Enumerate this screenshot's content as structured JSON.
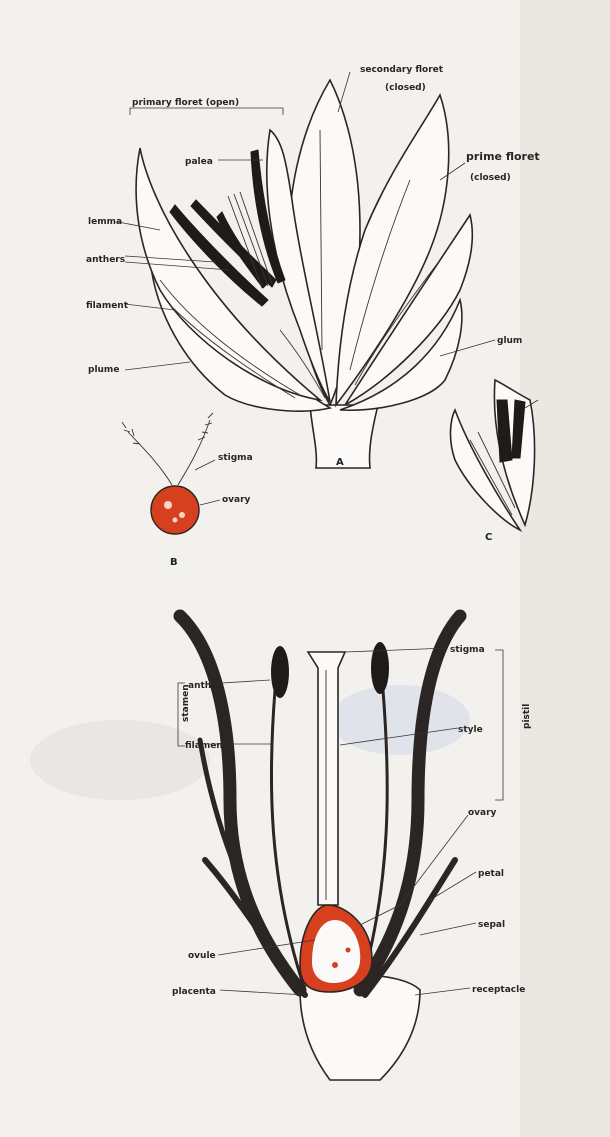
{
  "figure_a": {
    "labels": {
      "primary_open": "primary floret (open)",
      "secondary_closed_1": "secondary floret",
      "secondary_closed_2": "(closed)",
      "palea": "palea",
      "primary_closed_1": "prime floret",
      "primary_closed_2": "(closed)",
      "lemma": "lemma",
      "anthers": "anthers",
      "filament": "filament",
      "plume": "plume",
      "glum": "glum",
      "letter": "A"
    }
  },
  "figure_b": {
    "labels": {
      "stigma": "stigma",
      "ovary": "ovary",
      "letter": "B"
    }
  },
  "figure_c": {
    "labels": {
      "letter": "C"
    }
  },
  "figure_d": {
    "labels": {
      "anther": "anther",
      "filament": "filament",
      "stamen": "stamen",
      "stigma": "stigma",
      "style": "style",
      "pistil": "pistil",
      "ovary": "ovary",
      "petal": "petal",
      "sepal": "sepal",
      "ovule": "ovule",
      "placenta": "placenta",
      "receptacle": "receptacle"
    }
  },
  "colors": {
    "ink": "#2b2624",
    "ovary_red": "#d6401e",
    "paper": "#f3f1ee"
  }
}
